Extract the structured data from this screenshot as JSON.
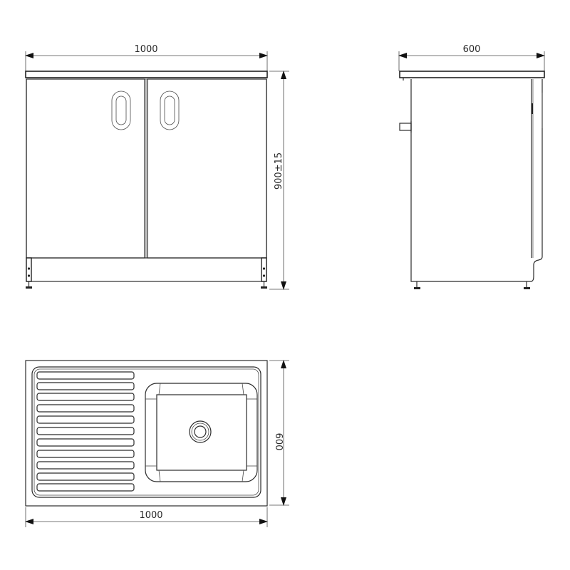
{
  "drawing": {
    "front_view": {
      "width_label": "1000",
      "height_label": "900±15",
      "doors": 2,
      "handles": 2,
      "legs": 2
    },
    "side_view": {
      "depth_label": "600"
    },
    "top_view": {
      "width_label": "1000",
      "depth_label": "600",
      "drainboard_grooves": 11,
      "bowls": 1
    },
    "colors": {
      "line": "#2b2b2b",
      "background": "#ffffff"
    }
  }
}
